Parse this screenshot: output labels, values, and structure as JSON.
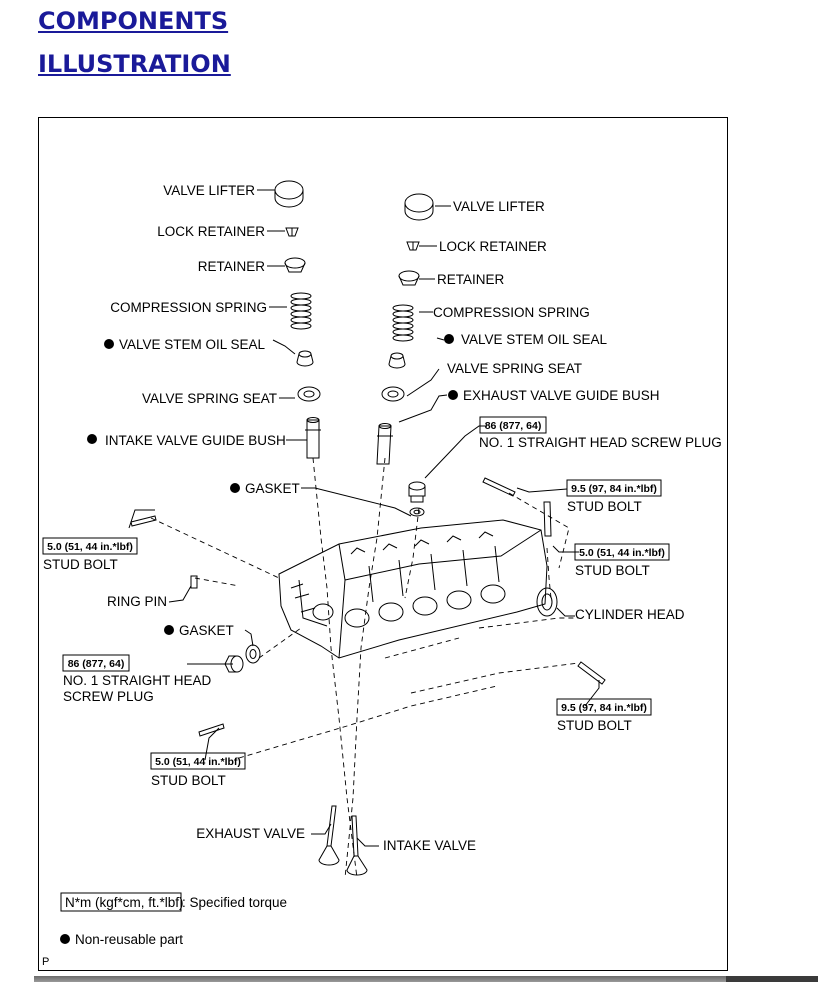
{
  "page": {
    "heading_1": "COMPONENTS",
    "heading_2": "ILLUSTRATION"
  },
  "colors": {
    "heading": "#1a1a99",
    "line": "#000000"
  },
  "figure": {
    "labels": {
      "valve_lifter_left": "VALVE LIFTER",
      "lock_retainer_left": "LOCK RETAINER",
      "retainer_left": "RETAINER",
      "compression_spring_left": "COMPRESSION SPRING",
      "valve_stem_oil_seal_left": "VALVE STEM OIL SEAL",
      "valve_spring_seat_left": "VALVE SPRING SEAT",
      "intake_valve_guide_bush": "INTAKE VALVE GUIDE BUSH",
      "gasket_top": "GASKET",
      "valve_lifter_right": "VALVE LIFTER",
      "lock_retainer_right": "LOCK RETAINER",
      "retainer_right": "RETAINER",
      "compression_spring_right": "COMPRESSION SPRING",
      "valve_stem_oil_seal_right": "VALVE STEM OIL SEAL",
      "valve_spring_seat_right": "VALVE SPRING SEAT",
      "exhaust_valve_guide_bush": "EXHAUST VALVE GUIDE BUSH",
      "plug_right_name": "NO. 1 STRAIGHT HEAD SCREW PLUG",
      "stud_bolt_upper_right": "STUD BOLT",
      "stud_bolt_mid_right": "STUD BOLT",
      "stud_bolt_left": "STUD BOLT",
      "ring_pin": "RING PIN",
      "cylinder_head": "CYLINDER HEAD",
      "gasket_left": "GASKET",
      "plug_left_name_1": "NO. 1 STRAIGHT HEAD",
      "plug_left_name_2": "SCREW PLUG",
      "stud_bolt_lower_right": "STUD BOLT",
      "stud_bolt_bottom": "STUD BOLT",
      "exhaust_valve": "EXHAUST VALVE",
      "intake_valve": "INTAKE VALVE",
      "figure_code": "P"
    },
    "torques": {
      "plug_right": "86 (877, 64)",
      "stud_upper_right": "9.5 (97, 84 in.*lbf)",
      "stud_mid_right": "5.0 (51, 44 in.*lbf)",
      "stud_left": "5.0 (51, 44 in.*lbf)",
      "plug_left": "86 (877, 64)",
      "stud_lower_right": "9.5 (97, 84 in.*lbf)",
      "stud_bottom": "5.0 (51, 44 in.*lbf)"
    },
    "legend": {
      "torque_unit": "N*m (kgf*cm, ft.*lbf)",
      "torque_desc": ": Specified torque",
      "non_reusable": "Non-reusable part"
    }
  }
}
